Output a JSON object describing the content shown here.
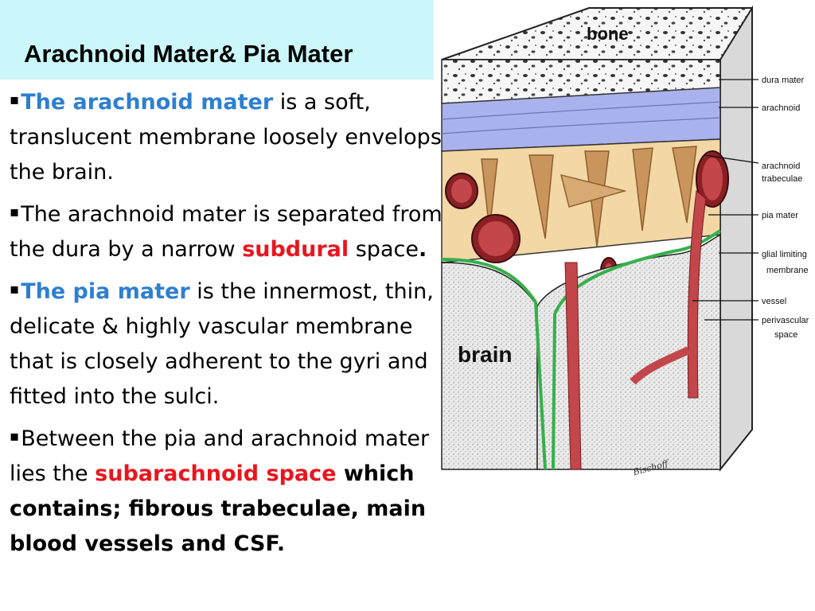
{
  "slide": {
    "title": "Arachnoid Mater& Pia Mater",
    "bullets": [
      {
        "marker": "▪",
        "parts": [
          {
            "text": "The arachnoid mater",
            "style": "blue"
          },
          {
            "text": " is a soft, translucent membrane loosely envelops the brain.",
            "style": "normal"
          }
        ]
      },
      {
        "marker": "▪",
        "parts": [
          {
            "text": "The arachnoid mater is separated from the dura by a narrow ",
            "style": "normal"
          },
          {
            "text": "subdural",
            "style": "red"
          },
          {
            "text": " space",
            "style": "normal"
          },
          {
            "text": ".",
            "style": "bold"
          }
        ]
      },
      {
        "marker": "▪",
        "parts": [
          {
            "text": "The pia mater",
            "style": "blue"
          },
          {
            "text": " is the innermost, thin, delicate & highly vascular membrane that is closely adherent to the gyri and fitted into the sulci.",
            "style": "normal"
          }
        ]
      },
      {
        "marker": "▪",
        "parts": [
          {
            "text": "Between the pia and arachnoid mater lies the ",
            "style": "normal"
          },
          {
            "text": "subarachnoid space",
            "style": "red"
          },
          {
            "text": " which contains; fibrous trabeculae, main blood vessels and CSF.",
            "style": "bold"
          }
        ]
      }
    ]
  },
  "figure": {
    "label_bone": "bone",
    "label_brain": "brain",
    "labels": {
      "dura": "dura mater",
      "arachnoid": "arachnoid",
      "trabeculae_1": "arachnoid",
      "trabeculae_2": "trabeculae",
      "pia": "pia mater",
      "glial_1": "glial limiting",
      "glial_2": "membrane",
      "vessel": "vessel",
      "perivascular_1": "perivascular",
      "perivascular_2": "space"
    },
    "signature": "Bischoff",
    "colors": {
      "bone": "#f4f4f4",
      "dura": "#a9b2ec",
      "subarachnoid": "#f3d7a4",
      "trabeculae": "#c9955c",
      "vessel": "#c2464a",
      "pia": "#35b04a",
      "brain": "#e7e7e7"
    }
  }
}
